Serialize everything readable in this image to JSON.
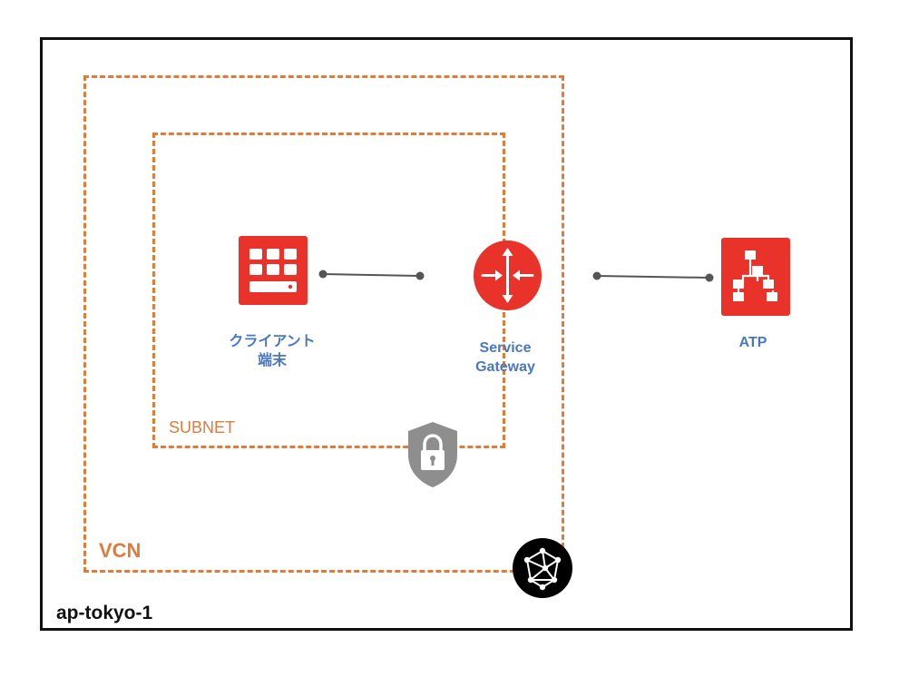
{
  "region": {
    "label": "ap-tokyo-1"
  },
  "vcn": {
    "label": "VCN"
  },
  "subnet": {
    "label": "SUBNET"
  },
  "nodes": {
    "client": {
      "label_line1": "クライアント",
      "label_line2": "端末",
      "icon": "compute-instance-icon"
    },
    "service_gateway": {
      "label_line1": "Service",
      "label_line2": "Gateway",
      "icon": "service-gateway-icon"
    },
    "atp": {
      "label": "ATP",
      "icon": "autonomous-database-icon"
    }
  },
  "badges": {
    "security_list": {
      "icon": "security-list-lock-icon"
    },
    "vcn": {
      "icon": "vcn-network-icon"
    }
  },
  "links": [
    {
      "from": "client",
      "to": "service_gateway"
    },
    {
      "from": "service_gateway",
      "to": "atp"
    }
  ],
  "colors": {
    "accent_orange": "#E07B39",
    "label_blue": "#4A77C4",
    "icon_red": "#E8322A",
    "shield_gray": "#8E8E8E",
    "border_black": "#111111"
  }
}
